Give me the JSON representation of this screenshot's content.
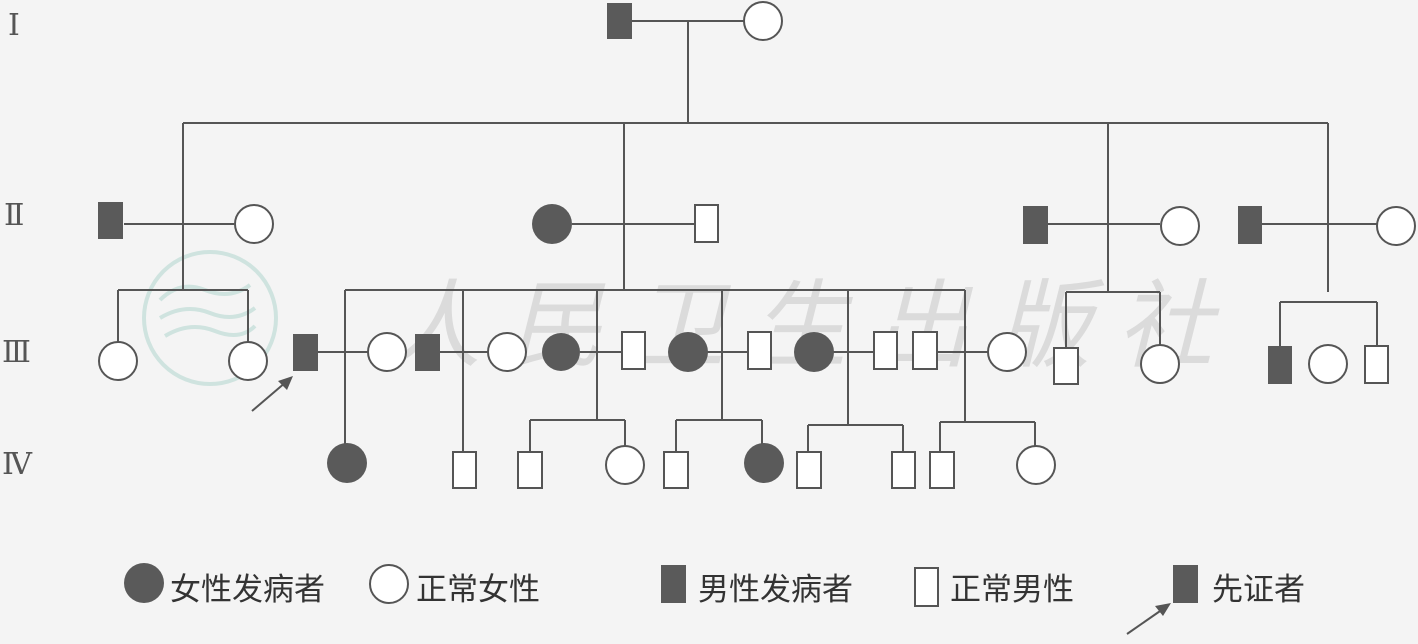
{
  "generations": [
    "Ⅰ",
    "Ⅱ",
    "Ⅲ",
    "Ⅳ"
  ],
  "watermark": "人民卫生出版社",
  "legend": {
    "affected_female": "女性发病者",
    "normal_female": "正常女性",
    "affected_male": "男性发病者",
    "normal_male": "正常男性",
    "proband": "先证者"
  },
  "colors": {
    "affected": "#5a5a5a",
    "line": "#555555",
    "background": "#f4f4f4",
    "watermark": "#d9d9d9"
  }
}
